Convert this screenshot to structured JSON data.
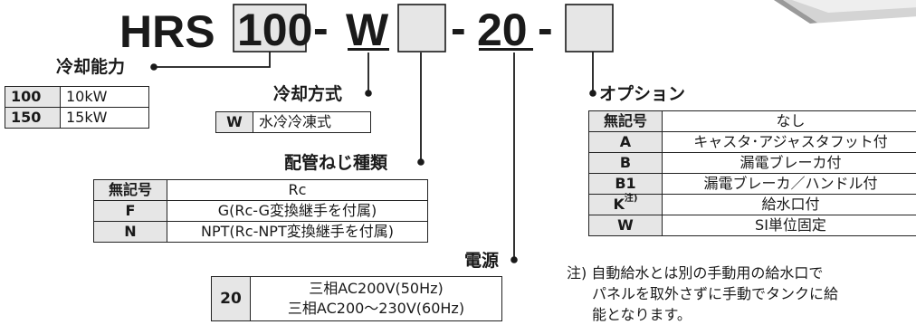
{
  "model_code": {
    "series": "HRS",
    "capacity": "100",
    "dash": "-",
    "cooling": "W",
    "power": "20"
  },
  "cooling_capacity": {
    "title": "冷却能力",
    "rows": [
      {
        "code": "100",
        "desc": "10kW"
      },
      {
        "code": "150",
        "desc": "15kW"
      }
    ]
  },
  "cooling_method": {
    "title": "冷却方式",
    "rows": [
      {
        "code": "W",
        "desc": "水冷冷凍式"
      }
    ]
  },
  "pipe_thread": {
    "title": "配管ねじ種類",
    "rows": [
      {
        "code": "無記号",
        "desc": "Rc"
      },
      {
        "code": "F",
        "desc": "G(Rc-G変換継手を付属)"
      },
      {
        "code": "N",
        "desc": "NPT(Rc-NPT変換継手を付属)"
      }
    ]
  },
  "power_supply": {
    "title": "電源",
    "code": "20",
    "line1": "三相AC200V(50Hz)",
    "line2": "三相AC200〜230V(60Hz)"
  },
  "options": {
    "title": "オプション",
    "rows": [
      {
        "code": "無記号",
        "sup": "",
        "desc": "なし"
      },
      {
        "code": "A",
        "sup": "",
        "desc": "キャスタ･アジャスタフット付"
      },
      {
        "code": "B",
        "sup": "",
        "desc": "漏電ブレーカ付"
      },
      {
        "code": "B1",
        "sup": "",
        "desc": "漏電ブレーカ／ハンドル付"
      },
      {
        "code": "K",
        "sup": "注)",
        "desc": "給水口付"
      },
      {
        "code": "W",
        "sup": "",
        "desc": "SI単位固定"
      }
    ]
  },
  "note": {
    "line1": "注) 自動給水とは別の手動用の給水口で",
    "line2": "パネルを取外さずに手動でタンクに給",
    "line3": "能となります。"
  },
  "colors": {
    "box_fill": "#e6e6e6",
    "line": "#1a1a1a"
  }
}
